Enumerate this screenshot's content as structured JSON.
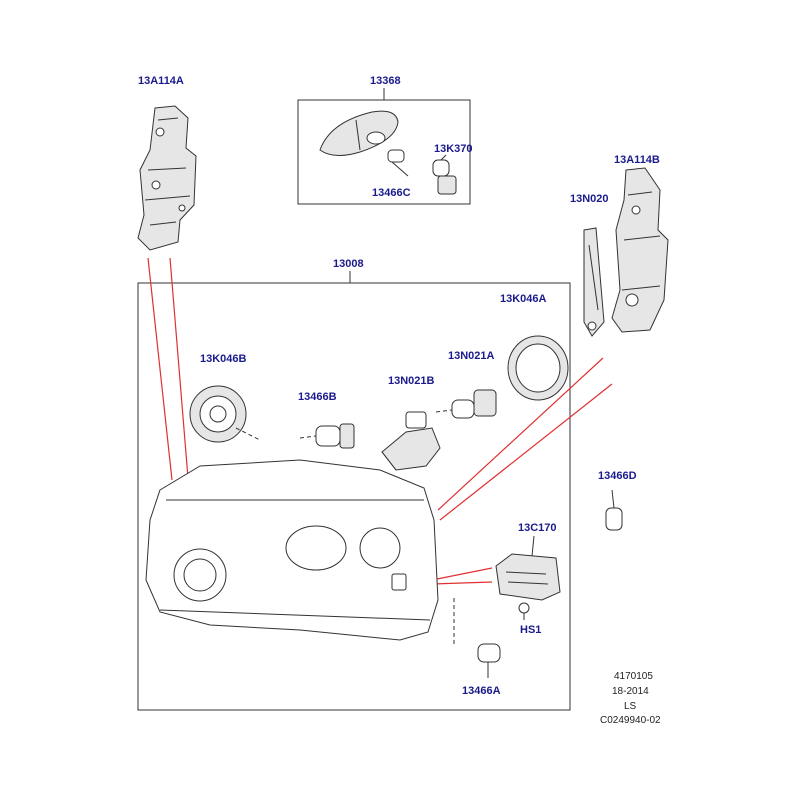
{
  "colors": {
    "label": "#1a1a8c",
    "leader_red": "#e03030",
    "line": "#333333"
  },
  "labels": {
    "p13A114A": "13A114A",
    "p13368": "13368",
    "p13K370": "13K370",
    "p13466C": "13466C",
    "p13A114B": "13A114B",
    "p13N020": "13N020",
    "p13008": "13008",
    "p13K046A": "13K046A",
    "p13K046B": "13K046B",
    "p13N021A": "13N021A",
    "p13N021B": "13N021B",
    "p13466B": "13466B",
    "p13466D": "13466D",
    "p13C170": "13C170",
    "pHS1": "HS1",
    "p13466A": "13466A"
  },
  "reference": {
    "line1": "4170105",
    "line2": "18-2014",
    "line3": "LS",
    "line4": "C0249940-02"
  }
}
